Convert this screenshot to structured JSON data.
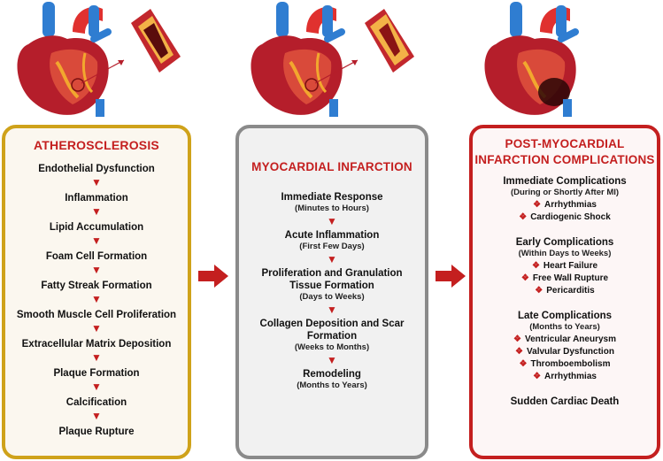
{
  "panel1": {
    "title": "ATHEROSCLEROSIS",
    "steps": [
      "Endothelial Dysfunction",
      "Inflammation",
      "Lipid Accumulation",
      "Foam Cell Formation",
      "Fatty Streak Formation",
      "Smooth Muscle Cell Proliferation",
      "Extracellular Matrix Deposition",
      "Plaque Formation",
      "Calcification",
      "Plaque Rupture"
    ]
  },
  "panel2": {
    "title": "MYOCARDIAL INFARCTION",
    "steps": [
      {
        "label": "Immediate Response",
        "sub": "(Minutes to Hours)"
      },
      {
        "label": "Acute Inflammation",
        "sub": "(First Few Days)"
      },
      {
        "label": "Proliferation and Granulation Tissue Formation",
        "sub": "(Days to Weeks)"
      },
      {
        "label": "Collagen Deposition and Scar Formation",
        "sub": "(Weeks to Months)"
      },
      {
        "label": "Remodeling",
        "sub": "(Months to Years)"
      }
    ]
  },
  "panel3": {
    "title_line1": "POST-MYOCARDIAL",
    "title_line2": "INFARCTION COMPLICATIONS",
    "groups": [
      {
        "heading": "Immediate Complications",
        "sub": "(During or Shortly After MI)",
        "items": [
          "Arrhythmias",
          "Cardiogenic Shock"
        ]
      },
      {
        "heading": "Early Complications",
        "sub": "(Within Days to Weeks)",
        "items": [
          "Heart Failure",
          "Free Wall Rupture",
          "Pericarditis"
        ]
      },
      {
        "heading": "Late Complications",
        "sub": "(Months to Years)",
        "items": [
          "Ventricular Aneurysm",
          "Valvular Dysfunction",
          "Thromboembolism",
          "Arrhythmias"
        ]
      }
    ],
    "footer": "Sudden Cardiac Death"
  },
  "icons": {
    "step_arrow": "▼",
    "bullet": "❖"
  },
  "colors": {
    "accent_red": "#c41f1f",
    "panel1_border": "#cfa21a",
    "panel2_border": "#8a8a8a",
    "panel3_border": "#c41f1f"
  }
}
